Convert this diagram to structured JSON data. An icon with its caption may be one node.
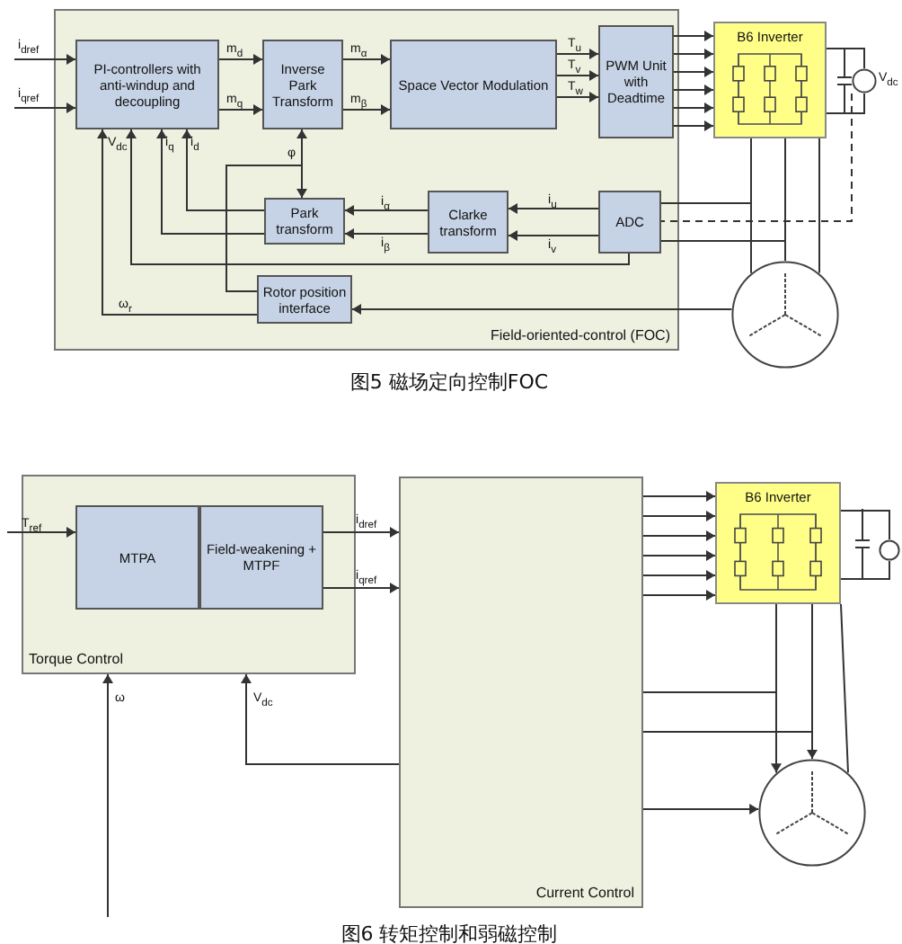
{
  "diagram": {
    "nodes": [
      {
        "text": [
          "Field-oriented-control (FOC)"
        ]
      },
      {
        "text": [
          "PI-controllers with anti-windup and decoupling"
        ],
        "in": 0
      },
      {
        "text": [
          "Inverse Park Transform"
        ],
        "in": 0
      },
      {
        "text": [
          "Space Vector Modulation"
        ],
        "in": 0
      },
      {
        "text": [
          "PWM Unit with Deadtime"
        ],
        "in": 0
      },
      {
        "text": [
          "Park transform"
        ],
        "in": 0
      },
      {
        "text": [
          "Clarke transform"
        ],
        "in": 0
      },
      {
        "text": [
          "ADC"
        ],
        "in": 0
      },
      {
        "text": [
          "Rotor position interface"
        ],
        "in": 0
      },
      {
        "text": [
          "B6 Inverter"
        ]
      },
      {
        "text": [],
        "shape": "circle"
      },
      {
        "text": [],
        "shape": "circle",
        "beside": [
          "V$_{dc}$"
        ]
      },
      {
        "text": [
          "Torque Control"
        ]
      },
      {
        "text": [
          "MTPA"
        ],
        "in": 12
      },
      {
        "text": [
          "Field-weakening + MTPF"
        ],
        "in": 12
      },
      {
        "text": [
          "Current Control"
        ]
      },
      {
        "text": [
          "B6 Inverter"
        ]
      },
      {
        "text": [],
        "shape": "circle"
      },
      {
        "text": [],
        "shape": "circle"
      }
    ],
    "edges": [
      {
        "from": null,
        "to": 1,
        "arrow": "to",
        "label": "i$_{dref}$"
      },
      {
        "from": null,
        "to": 1,
        "arrow": "to",
        "label": "i$_{qref}$"
      },
      {
        "from": 1,
        "to": 2,
        "arrow": "to",
        "label": "m$_{d}$"
      },
      {
        "from": 1,
        "to": 2,
        "arrow": "to",
        "label": "m$_{q}$"
      },
      {
        "from": 2,
        "to": 3,
        "arrow": "to",
        "label": "m$_{α}$"
      },
      {
        "from": 2,
        "to": 3,
        "arrow": "to",
        "label": "m$_{β}$"
      },
      {
        "from": 3,
        "to": 4,
        "arrow": "to",
        "label": "T$_{u}$"
      },
      {
        "from": 3,
        "to": 4,
        "arrow": "to",
        "label": "T$_{v}$"
      },
      {
        "from": 3,
        "to": 4,
        "arrow": "to",
        "label": "T$_{w}$"
      },
      {
        "from": 4,
        "to": 9,
        "arrow": "to"
      },
      {
        "from": 4,
        "to": 9,
        "arrow": "to"
      },
      {
        "from": 4,
        "to": 9,
        "arrow": "to"
      },
      {
        "from": 4,
        "to": 9,
        "arrow": "to"
      },
      {
        "from": 4,
        "to": 9,
        "arrow": "to"
      },
      {
        "from": 4,
        "to": 9,
        "arrow": "to"
      },
      {
        "from": 9,
        "to": 11,
        "arrow": "none"
      },
      {
        "from": 9,
        "to": 11,
        "arrow": "none"
      },
      {
        "from": 9,
        "to": 10,
        "arrow": "none"
      },
      {
        "from": 9,
        "to": 10,
        "arrow": "none"
      },
      {
        "from": 9,
        "to": 10,
        "arrow": "none"
      },
      {
        "from": 10,
        "to": 7,
        "arrow": "none"
      },
      {
        "from": 10,
        "to": 7,
        "arrow": "none"
      },
      {
        "from": 11,
        "to": 7,
        "arrow": "none",
        "style": "dashed"
      },
      {
        "from": 7,
        "to": 6,
        "arrow": "to",
        "label": "i$_{u}$"
      },
      {
        "from": 7,
        "to": 6,
        "arrow": "to",
        "label": "i$_{v}$"
      },
      {
        "from": 6,
        "to": 5,
        "arrow": "to",
        "label": "i$_{α}$"
      },
      {
        "from": 6,
        "to": 5,
        "arrow": "to",
        "label": "i$_{β}$"
      },
      {
        "from": 5,
        "to": 1,
        "arrow": "to",
        "label": "i$_{d}$"
      },
      {
        "from": 5,
        "to": 1,
        "arrow": "to",
        "label": "i$_{q}$"
      },
      {
        "from": 7,
        "to": 1,
        "arrow": "to",
        "label": "V$_{dc}$"
      },
      {
        "from": 8,
        "to": 2,
        "arrow": "to",
        "label": "φ"
      },
      {
        "from": 8,
        "to": 5,
        "arrow": "to"
      },
      {
        "from": 10,
        "to": 8,
        "arrow": "to"
      },
      {
        "from": 8,
        "to": 1,
        "arrow": "to",
        "label": "ω$_{r}$"
      },
      {
        "from": null,
        "to": 13,
        "arrow": "to",
        "label": "T$_{ref}$"
      },
      {
        "from": 14,
        "to": 15,
        "arrow": "to",
        "label": "i$_{dref}$"
      },
      {
        "from": 14,
        "to": 15,
        "arrow": "to",
        "label": "i$_{qref}$"
      },
      {
        "from": null,
        "to": 12,
        "arrow": "to",
        "label": "ω"
      },
      {
        "from": 15,
        "to": 12,
        "arrow": "to",
        "label": "V$_{dc}$"
      },
      {
        "from": 15,
        "to": 16,
        "arrow": "to"
      },
      {
        "from": 15,
        "to": 16,
        "arrow": "to"
      },
      {
        "from": 15,
        "to": 16,
        "arrow": "to"
      },
      {
        "from": 15,
        "to": 16,
        "arrow": "to"
      },
      {
        "from": 15,
        "to": 16,
        "arrow": "to"
      },
      {
        "from": 15,
        "to": 16,
        "arrow": "to"
      },
      {
        "from": 16,
        "to": 18,
        "arrow": "none"
      },
      {
        "from": 16,
        "to": 18,
        "arrow": "none"
      },
      {
        "from": 16,
        "to": 17,
        "arrow": "none"
      },
      {
        "from": 16,
        "to": 17,
        "arrow": "none"
      },
      {
        "from": 16,
        "to": 17,
        "arrow": "none"
      },
      {
        "from": 15,
        "to": 17,
        "arrow": "to"
      },
      {
        "from": 15,
        "to": 17,
        "arrow": "to"
      },
      {
        "from": 15,
        "to": 17,
        "arrow": "to"
      }
    ],
    "labels": [
      "图5 磁场定向控制FOC",
      "图6 转矩控制和弱磁控制"
    ]
  }
}
